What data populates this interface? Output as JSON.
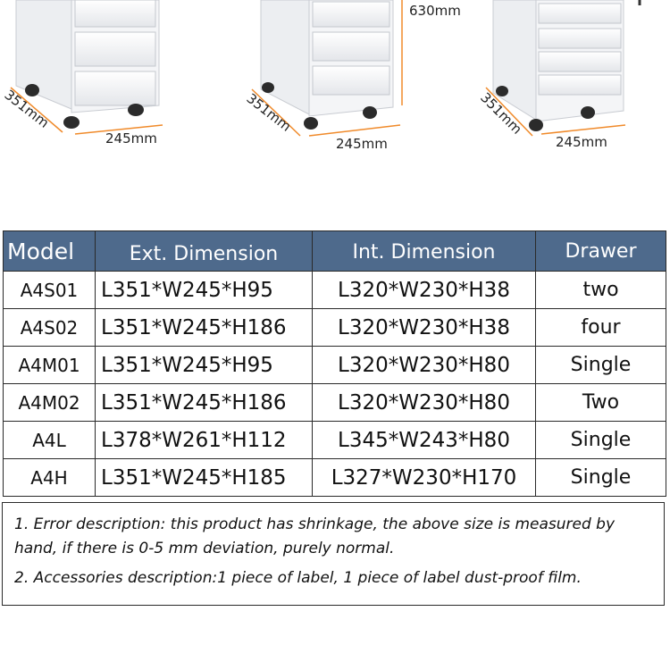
{
  "dimensions": {
    "unit_a": {
      "depth": "351mm",
      "width": "245mm"
    },
    "unit_b": {
      "depth": "351mm",
      "width": "245mm",
      "height": "630mm"
    },
    "unit_c": {
      "depth": "351mm",
      "width": "245mm"
    }
  },
  "table": {
    "headers": {
      "model": "Model",
      "ext": "Ext. Dimension",
      "int": "Int. Dimension",
      "drawer": "Drawer"
    },
    "rows": [
      {
        "model": "A4S01",
        "ext": "L351*W245*H95",
        "int": "L320*W230*H38",
        "drawer": "two"
      },
      {
        "model": "A4S02",
        "ext": "L351*W245*H186",
        "int": "L320*W230*H38",
        "drawer": "four"
      },
      {
        "model": "A4M01",
        "ext": "L351*W245*H95",
        "int": "L320*W230*H80",
        "drawer": "Single"
      },
      {
        "model": "A4M02",
        "ext": "L351*W245*H186",
        "int": "L320*W230*H80",
        "drawer": "Two"
      },
      {
        "model": "A4L",
        "ext": "L378*W261*H112",
        "int": "L345*W243*H80",
        "drawer": "Single"
      },
      {
        "model": "A4H",
        "ext": "L351*W245*H185",
        "int": "L327*W230*H170",
        "drawer": "Single"
      }
    ]
  },
  "notes": {
    "line1": "1. Error description: this product has shrinkage, the above size is measured by hand, if there is 0-5 mm deviation, purely normal.",
    "line2": "2. Accessories description:1 piece of label, 1 piece of label dust-proof film."
  },
  "colors": {
    "header_bg": "#4e6a8c",
    "dimension_line": "#f08a2a"
  }
}
